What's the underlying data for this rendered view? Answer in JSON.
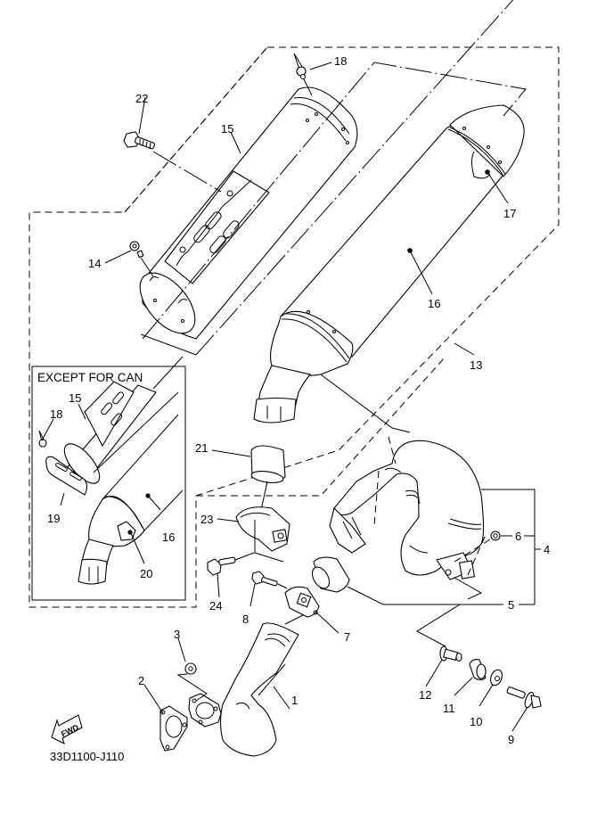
{
  "diagram": {
    "type": "exploded-parts-diagram",
    "subject": "exhaust system",
    "figure_code": "33D1100-J110",
    "direction_marker": "FWD",
    "inset": {
      "title": "EXCEPT FOR CAN",
      "labels": [
        "15",
        "18",
        "19",
        "16",
        "20"
      ]
    },
    "callouts": [
      {
        "id": "1",
        "part": "exhaust header pipe"
      },
      {
        "id": "2",
        "part": "gasket"
      },
      {
        "id": "3",
        "part": "nut"
      },
      {
        "id": "4",
        "part": "exhaust pipe assembly"
      },
      {
        "id": "5",
        "part": "joint / collar"
      },
      {
        "id": "6",
        "part": "nut"
      },
      {
        "id": "7",
        "part": "clamp"
      },
      {
        "id": "8",
        "part": "bolt"
      },
      {
        "id": "9",
        "part": "bolt"
      },
      {
        "id": "10",
        "part": "washer"
      },
      {
        "id": "11",
        "part": "damper"
      },
      {
        "id": "12",
        "part": "collar"
      },
      {
        "id": "13",
        "part": "muffler assembly"
      },
      {
        "id": "14",
        "part": "screw"
      },
      {
        "id": "15",
        "part": "protector"
      },
      {
        "id": "16",
        "part": "muffler body"
      },
      {
        "id": "17",
        "part": "end cap"
      },
      {
        "id": "18",
        "part": "rivet"
      },
      {
        "id": "19",
        "part": "band"
      },
      {
        "id": "20",
        "part": "bracket"
      },
      {
        "id": "21",
        "part": "gasket"
      },
      {
        "id": "22",
        "part": "bolt"
      },
      {
        "id": "23",
        "part": "clamp"
      },
      {
        "id": "24",
        "part": "bolt"
      }
    ]
  }
}
